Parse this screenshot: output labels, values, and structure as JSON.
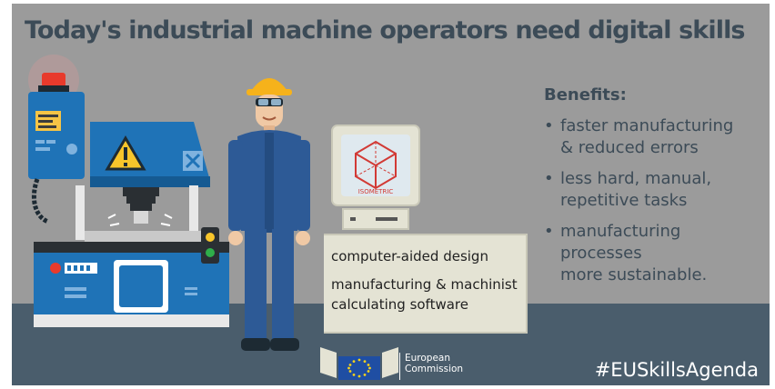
{
  "title": "Today's industrial machine operators need digital skills",
  "benefits": {
    "heading": "Benefits:",
    "items": [
      {
        "lines": [
          "faster manufacturing",
          "& reduced errors"
        ]
      },
      {
        "lines": [
          "less hard, manual,",
          "repetitive tasks"
        ]
      },
      {
        "lines": [
          "manufacturing processes",
          "more sustainable."
        ]
      }
    ]
  },
  "software": {
    "line1": "computer-aided design",
    "line2": "manufacturing & machinist",
    "line3": "calculating software"
  },
  "screen_label": "ISOMETRIC",
  "logo": {
    "line1": "European",
    "line2": "Commission"
  },
  "hashtag": "#EUSkillsAgenda",
  "colors": {
    "background": "#9b9b9b",
    "floor": "#4a5d6c",
    "title": "#3c4b57",
    "machine_blue": "#1f73b7",
    "worker_blue": "#2d5a96",
    "helmet": "#f6b21b",
    "warning": "#f7c52b",
    "beacon": "#e83a2c"
  },
  "icons": [
    "warning-icon",
    "beacon-light",
    "traffic-light",
    "eu-flag-icon",
    "isometric-cube-icon"
  ]
}
